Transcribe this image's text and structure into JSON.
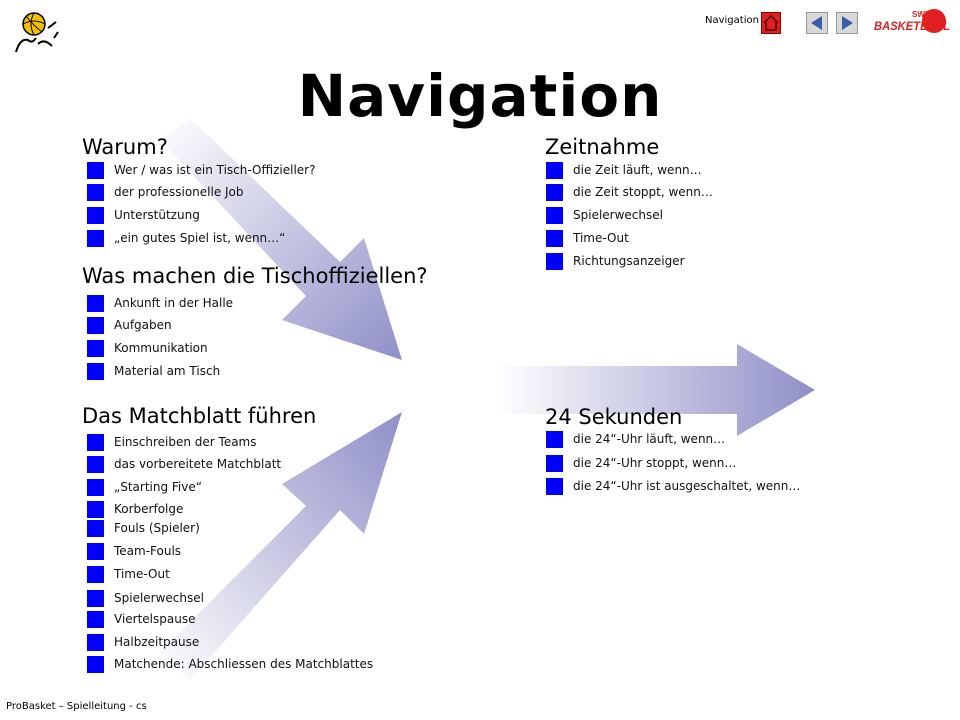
{
  "header": {
    "nav_label": "Navigation",
    "brand_top": "SWISS",
    "brand_main": "BASKETBALL"
  },
  "title": "Navigation",
  "sections": {
    "warum": {
      "heading": "Warum?",
      "items": [
        "Wer / was ist ein Tisch-Offizieller?",
        "der professionelle Job",
        "Unterstützung",
        "„ein gutes Spiel ist, wenn…“"
      ]
    },
    "was": {
      "heading": "Was machen die Tischoffiziellen?",
      "items": [
        "Ankunft in der Halle",
        "Aufgaben",
        "Kommunikation",
        "Material am Tisch"
      ]
    },
    "matchblatt": {
      "heading": "Das Matchblatt führen",
      "items": [
        "Einschreiben der Teams",
        "das vorbereitete Matchblatt",
        "„Starting Five“",
        "Korberfolge",
        "Fouls (Spieler)",
        "Team-Fouls",
        "Time-Out",
        "Spielerwechsel",
        "Viertelspause",
        "Halbzeitpause",
        "Matchende: Abschliessen des Matchblattes"
      ]
    },
    "zeitnahme": {
      "heading": "Zeitnahme",
      "items": [
        "die Zeit läuft, wenn…",
        "die Zeit stoppt, wenn…",
        "Spielerwechsel",
        "Time-Out",
        "Richtungsanzeiger"
      ]
    },
    "sekunden": {
      "heading": "24 Sekunden",
      "items": [
        "die 24“-Uhr läuft, wenn…",
        "die 24“-Uhr stoppt, wenn…",
        "die 24“-Uhr ist ausgeschaltet, wenn…"
      ]
    }
  },
  "footer": "ProBasket – Spielleitung - cs",
  "colors": {
    "bullet": "#0000ff",
    "arrow": "#8f8fc8",
    "home": "#e02020"
  }
}
